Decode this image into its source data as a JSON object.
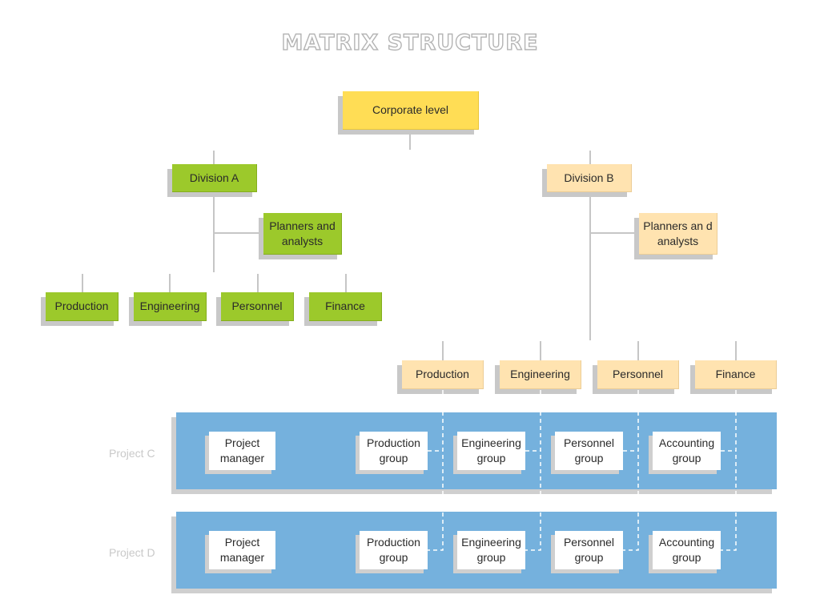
{
  "title": "MATRIX STRUCTURE",
  "corporate": "Corporate level",
  "division_a": {
    "label": "Division A",
    "planners": "Planners and\nanalysts",
    "departments": [
      "Production",
      "Engineering",
      "Personnel",
      "Finance"
    ]
  },
  "division_b": {
    "label": "Division B",
    "planners": "Planners an d\nanalysts",
    "departments": [
      "Production",
      "Engineering",
      "Personnel",
      "Finance"
    ]
  },
  "projects": [
    {
      "label": "Project C",
      "manager": "Project\nmanager",
      "groups": [
        "Production\ngroup",
        "Engineering\ngroup",
        "Personnel\ngroup",
        "Accounting\ngroup"
      ]
    },
    {
      "label": "Project D",
      "manager": "Project\nmanager",
      "groups": [
        "Production\ngroup",
        "Engineering\ngroup",
        "Personnel\ngroup",
        "Accounting\ngroup"
      ]
    }
  ],
  "colors": {
    "corporate": "#ffdd55",
    "division_a": "#9cc92b",
    "division_b": "#ffe3b0",
    "project_band": "#75b1dd"
  }
}
